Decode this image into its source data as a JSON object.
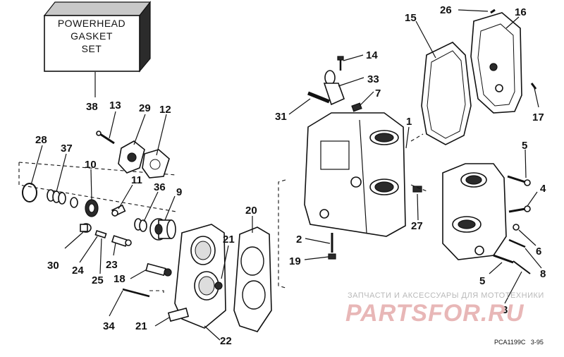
{
  "gasket_set_box": {
    "line1": "POWERHEAD",
    "line2": "GASKET",
    "line3": "SET"
  },
  "callouts": [
    {
      "id": "38",
      "text": "38"
    },
    {
      "id": "13",
      "text": "13"
    },
    {
      "id": "29",
      "text": "29"
    },
    {
      "id": "12",
      "text": "12"
    },
    {
      "id": "28",
      "text": "28"
    },
    {
      "id": "37",
      "text": "37"
    },
    {
      "id": "10",
      "text": "10"
    },
    {
      "id": "11",
      "text": "11"
    },
    {
      "id": "36",
      "text": "36"
    },
    {
      "id": "9",
      "text": "9"
    },
    {
      "id": "30",
      "text": "30"
    },
    {
      "id": "24",
      "text": "24"
    },
    {
      "id": "25",
      "text": "25"
    },
    {
      "id": "23",
      "text": "23"
    },
    {
      "id": "18",
      "text": "18"
    },
    {
      "id": "34",
      "text": "34"
    },
    {
      "id": "21a",
      "text": "21"
    },
    {
      "id": "21b",
      "text": "21"
    },
    {
      "id": "22",
      "text": "22"
    },
    {
      "id": "20",
      "text": "20"
    },
    {
      "id": "2",
      "text": "2"
    },
    {
      "id": "19",
      "text": "19"
    },
    {
      "id": "31",
      "text": "31"
    },
    {
      "id": "33",
      "text": "33"
    },
    {
      "id": "14",
      "text": "14"
    },
    {
      "id": "7",
      "text": "7"
    },
    {
      "id": "1",
      "text": "1"
    },
    {
      "id": "15",
      "text": "15"
    },
    {
      "id": "26",
      "text": "26"
    },
    {
      "id": "16",
      "text": "16"
    },
    {
      "id": "17",
      "text": "17"
    },
    {
      "id": "5a",
      "text": "5"
    },
    {
      "id": "4",
      "text": "4"
    },
    {
      "id": "27",
      "text": "27"
    },
    {
      "id": "6",
      "text": "6"
    },
    {
      "id": "8",
      "text": "8"
    },
    {
      "id": "5b",
      "text": "5"
    },
    {
      "id": "3",
      "text": "3"
    }
  ],
  "watermark": {
    "line1": "ЗАПЧАСТИ И АКСЕССУАРЫ ДЛЯ МОТОТЕХНИКИ",
    "line2": "PARTSFOR.RU"
  },
  "figure_ref": "PCA1199C   3-95",
  "colors": {
    "ink": "#111111",
    "background": "#ffffff",
    "watermark_red": "#e8b7b7",
    "watermark_gray": "#b9b9b9"
  }
}
